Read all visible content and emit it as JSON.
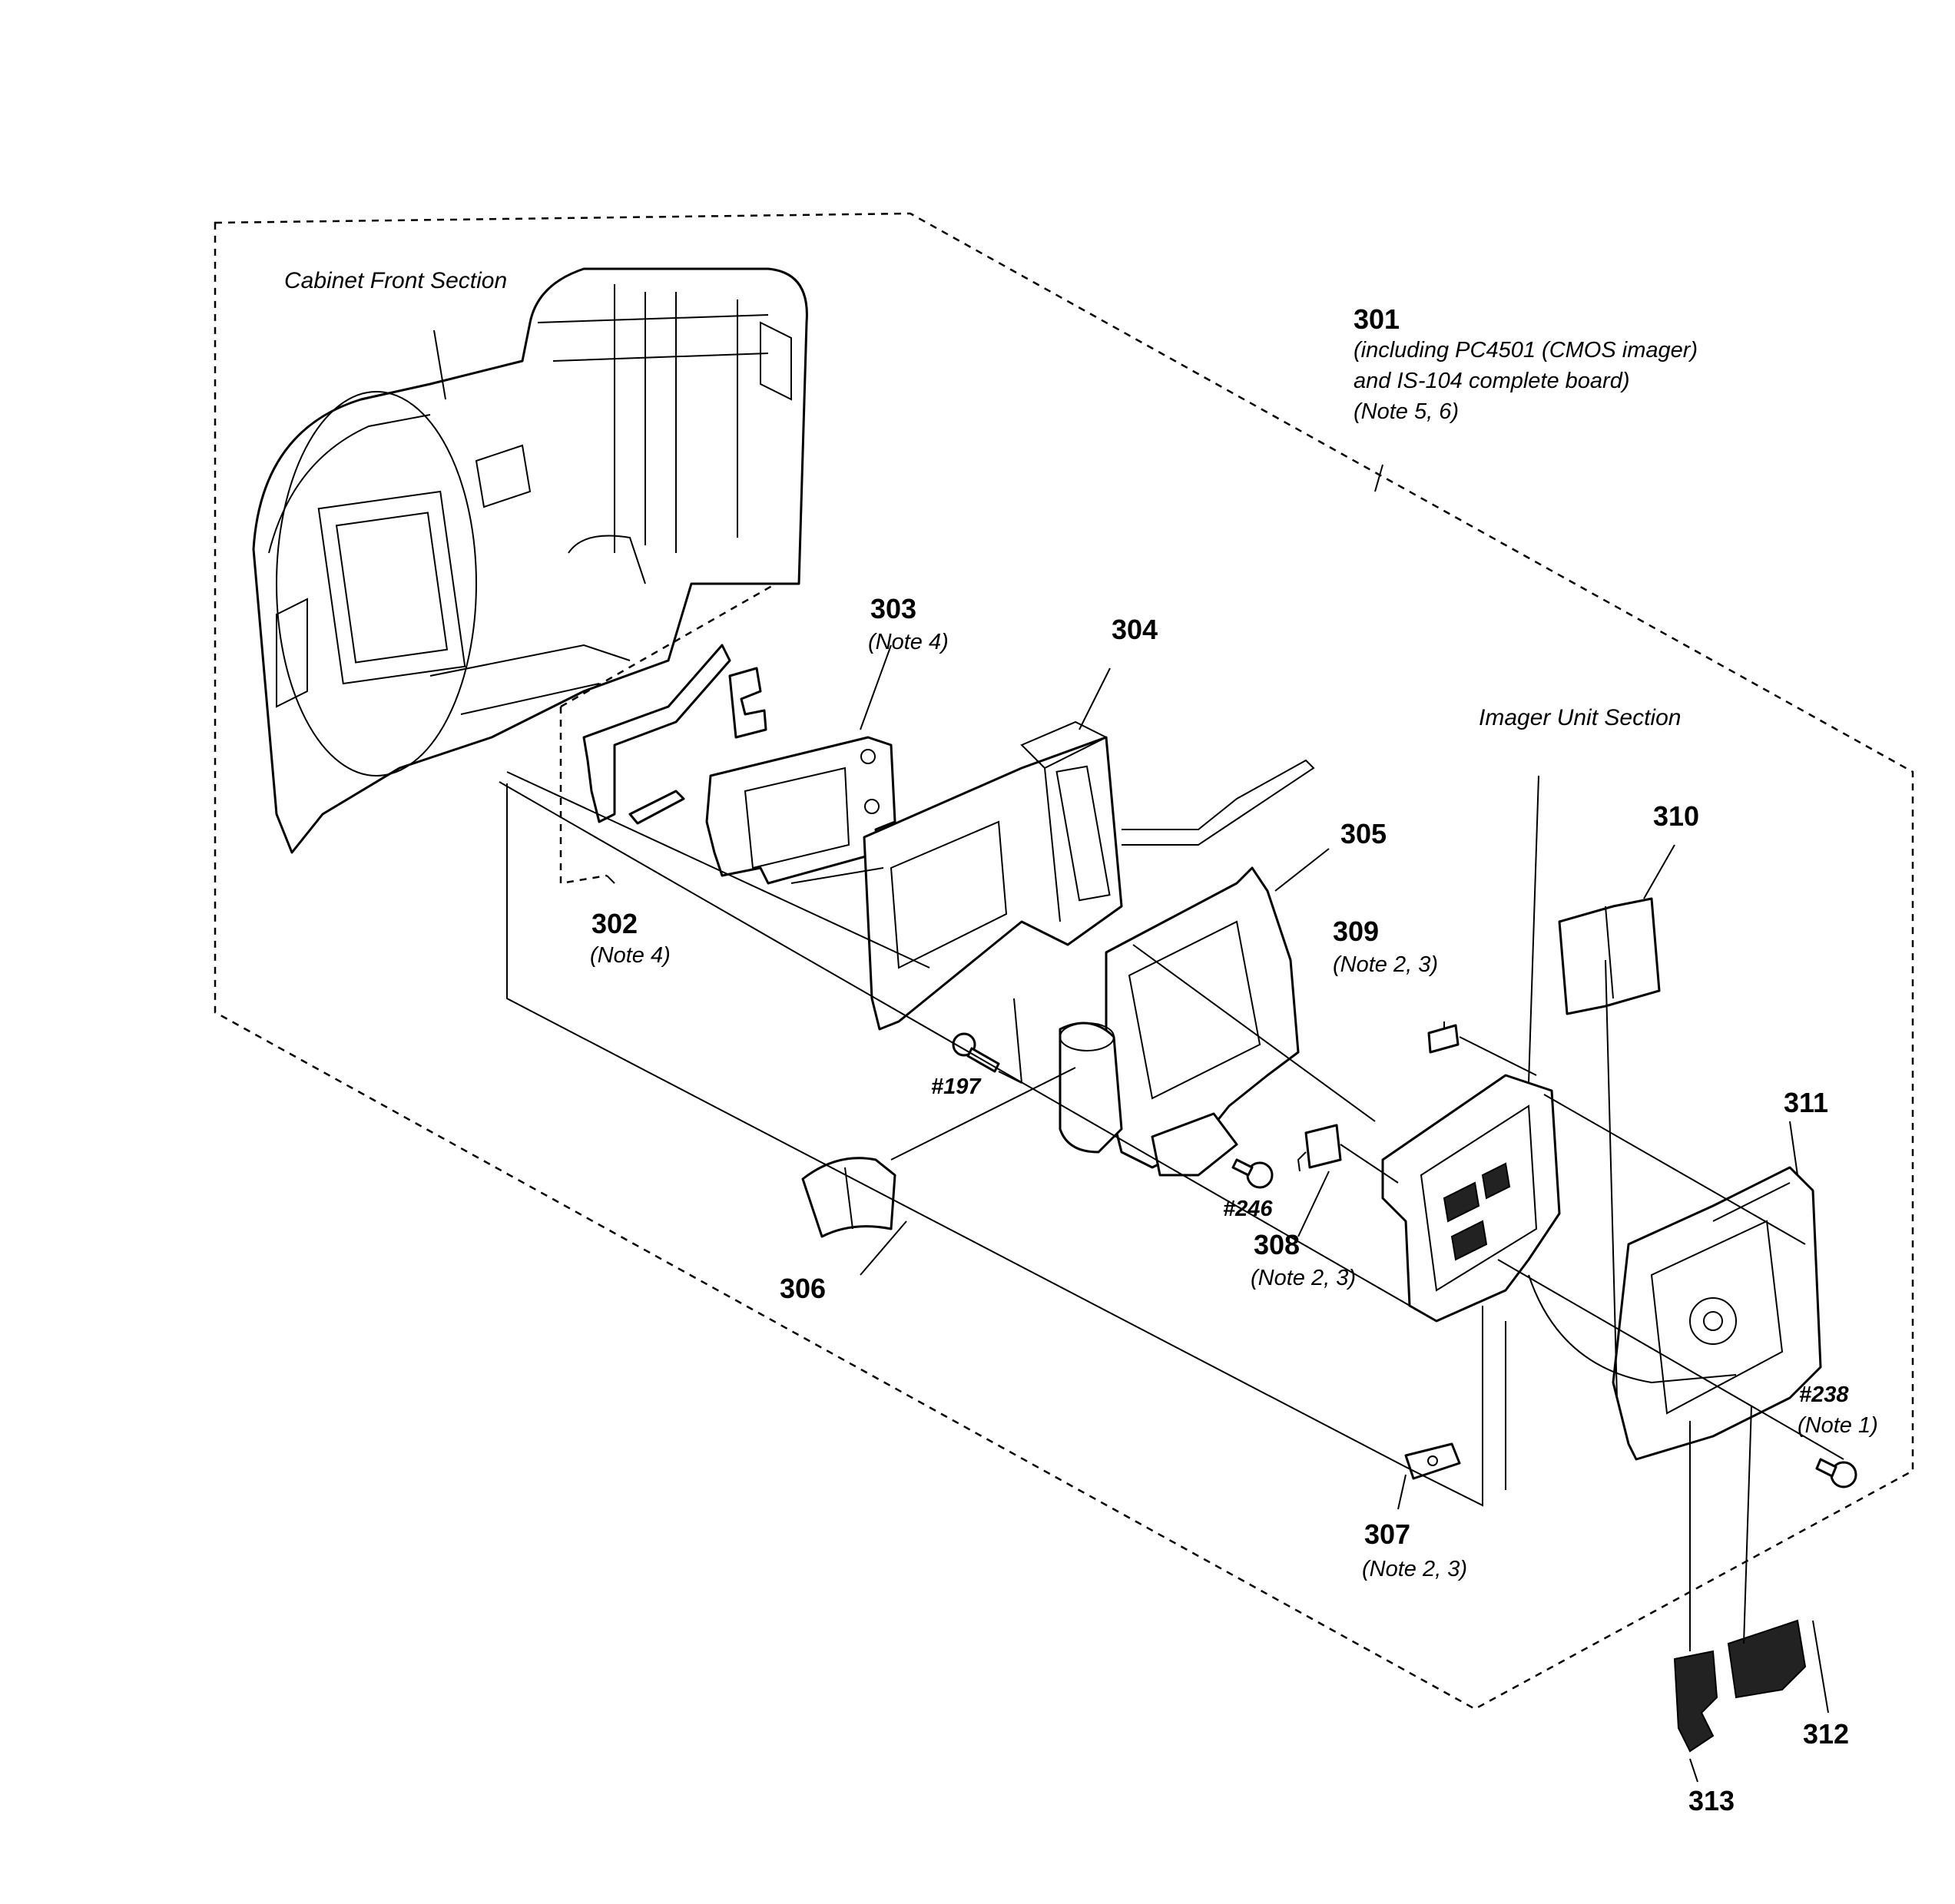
{
  "sections": {
    "cabinet_front": "Cabinet Front Section",
    "imager_unit": "Imager Unit Section"
  },
  "parts": {
    "p301": {
      "number": "301",
      "note_lines": [
        "(including PC4501 (CMOS imager)",
        "and IS-104 complete board)",
        "(Note 5, 6)"
      ]
    },
    "p302": {
      "number": "302",
      "note": "(Note 4)"
    },
    "p303": {
      "number": "303",
      "note": "(Note 4)"
    },
    "p304": {
      "number": "304"
    },
    "p305": {
      "number": "305"
    },
    "p306": {
      "number": "306"
    },
    "p307": {
      "number": "307",
      "note": "(Note 2, 3)"
    },
    "p308": {
      "number": "308",
      "note": "(Note 2, 3)"
    },
    "p309": {
      "number": "309",
      "note": "(Note 2, 3)"
    },
    "p310": {
      "number": "310"
    },
    "p311": {
      "number": "311"
    },
    "p312": {
      "number": "312"
    },
    "p313": {
      "number": "313"
    }
  },
  "screws": {
    "s197": "#197",
    "s246": "#246",
    "s238": {
      "number": "#238",
      "note": "(Note 1)"
    }
  }
}
